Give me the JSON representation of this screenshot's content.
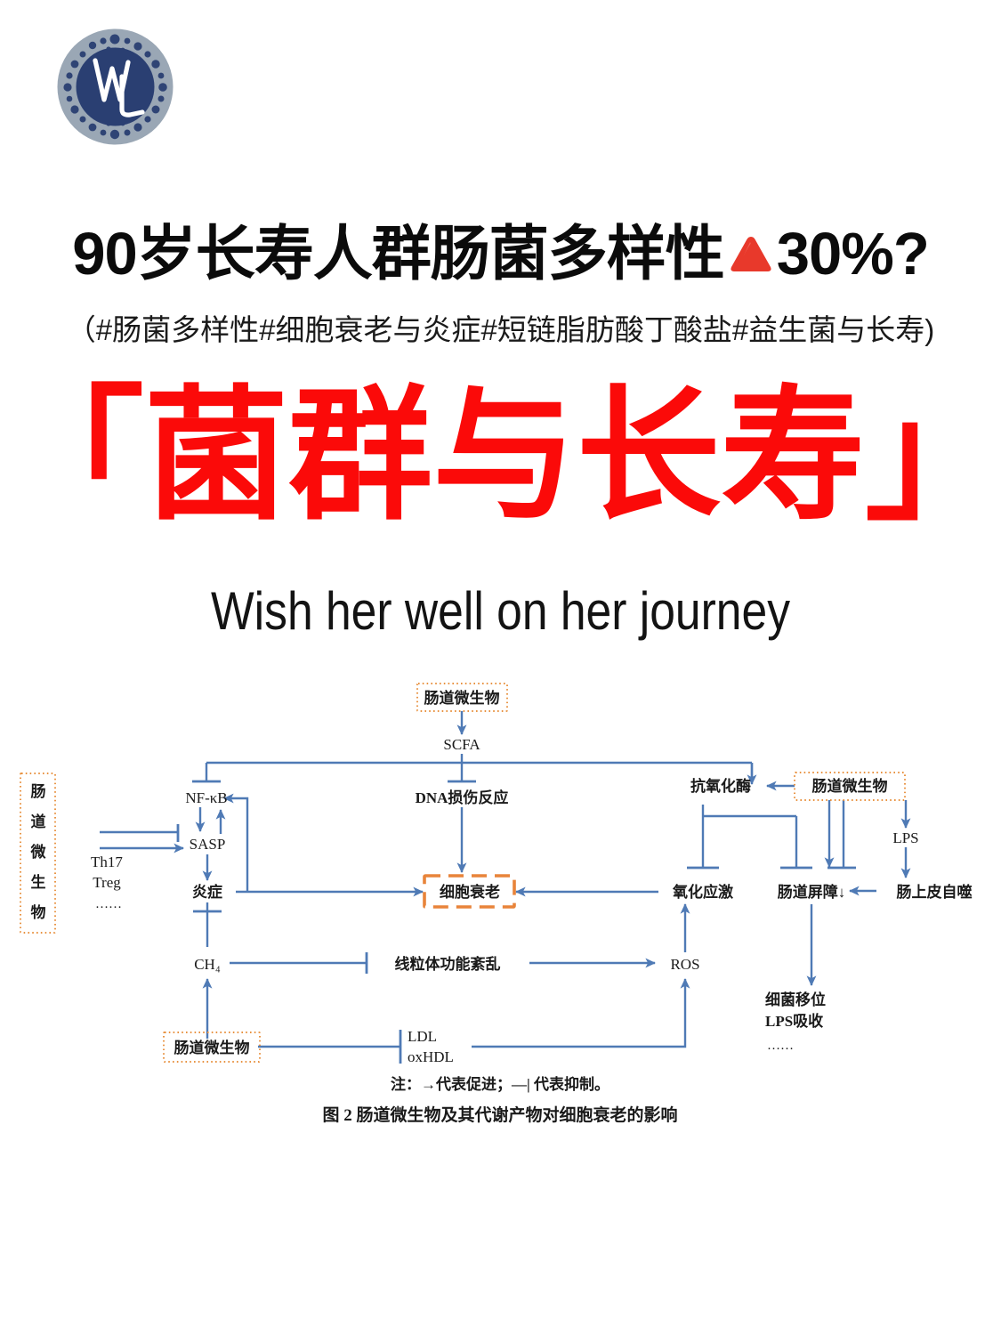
{
  "logo": {
    "name": "wl-monogram-logo",
    "monogram": "WL",
    "ring_color": "#9aa7b5",
    "core_color": "#2a3f72"
  },
  "headline": {
    "part1": "90岁长寿人群肠菌多样性",
    "triangle_icon": "red-up-triangle",
    "triangle_color": "#e8392b",
    "part2": "30%?",
    "full": "90岁长寿人群肠菌多样性▲30%?"
  },
  "subtitle": {
    "text": "（#肠菌多样性#细胞衰老与炎症#短链脂肪酸丁酸盐#益生菌与长寿)"
  },
  "red_title": {
    "text": "「菌群与长寿」",
    "color": "#fb0a09"
  },
  "english_line": {
    "text": "Wish her well on her journey"
  },
  "figure": {
    "accent_blue": "#4f7ab5",
    "accent_orange": "#e8843a",
    "note": "注：→代表促进；—| 代表抑制。",
    "caption": "图 2   肠道微生物及其代谢产物对细胞衰老的影响",
    "nodes": {
      "microbiota_top": "肠道微生物",
      "scfa": "SCFA",
      "nfkb": "NF-κB",
      "dna_damage": "DNA损伤反应",
      "antioxidant_enzyme": "抗氧化酶",
      "microbiota_right": "肠道微生物",
      "microbiota_left": "肠道微生物",
      "th17": "Th17",
      "treg": "Treg",
      "left_ellipsis": "……",
      "sasp": "SASP",
      "inflammation": "炎症",
      "cell_senescence": "细胞衰老",
      "oxidative_stress": "氧化应激",
      "gut_barrier": "肠道屏障↓",
      "epithelial_autophagy": "肠上皮自噬",
      "lps": "LPS",
      "ch4": "CH₄",
      "mito_dysfunction": "线粒体功能紊乱",
      "ros": "ROS",
      "bacterial_translocation": "细菌移位",
      "lps_absorption": "LPS吸收",
      "right_ellipsis": "……",
      "microbiota_bottom": "肠道微生物",
      "ldl": "LDL",
      "oxhdl": "oxHDL"
    }
  }
}
